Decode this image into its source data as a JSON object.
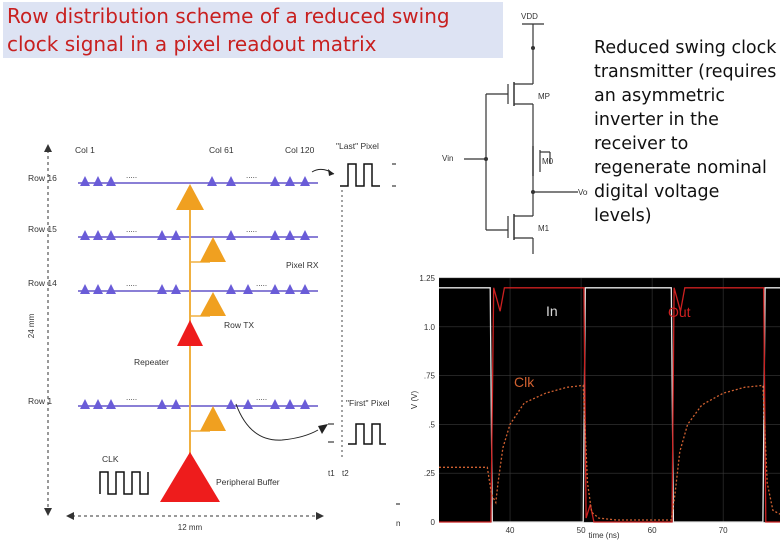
{
  "slide": {
    "title": "Row distribution scheme of a reduced swing clock signal in a pixel readout matrix",
    "description": "Reduced swing clock transmitter (requires an asymmetric inverter in the receiver to regenerate nominal digital voltage levels)"
  },
  "matrix_diagram": {
    "col_labels": [
      "Col 1",
      "Col 61",
      "Col 120"
    ],
    "row_labels": [
      "Row 16",
      "Row 15",
      "Row 14",
      "Row 1"
    ],
    "ellipsis": ".....",
    "last_pixel_label": "\"Last\" Pixel",
    "first_pixel_label": "\"First\" Pixel",
    "pixel_rx_label": "Pixel RX",
    "row_tx_label": "Row TX",
    "repeater_label": "Repeater",
    "peripheral_buffer_label": "Peripheral Buffer",
    "clk_label": "CLK",
    "height_label": "24 mm",
    "width_label": "12 mm",
    "t1_label": "t1",
    "t2_label": "t2",
    "m_label": "m",
    "colors": {
      "row_line": "#8a7fd6",
      "pixel": "#6a5cd8",
      "rx": "#f0a020",
      "trunk": "#f0b040",
      "repeater": "#ee1c1c"
    }
  },
  "schematic": {
    "labels": {
      "vdd": "VDD",
      "mp": "MP",
      "vin": "Vin",
      "mn0": "M0",
      "vout": "Vout",
      "mn1": "M1"
    }
  },
  "chart_data": {
    "type": "line",
    "xlabel": "time (ns)",
    "ylabel": "V (V)",
    "xlim": [
      30,
      78
    ],
    "ylim": [
      0,
      1.25
    ],
    "x_ticks": [
      "40",
      "50",
      "60",
      "70"
    ],
    "y_ticks": [
      "0",
      ".25",
      ".5",
      ".75",
      "1.0",
      "1.25"
    ],
    "grid": true,
    "series": [
      {
        "name": "In",
        "color": "#e8e8e8",
        "points": [
          [
            30,
            1.2
          ],
          [
            37.2,
            1.2
          ],
          [
            37.5,
            0
          ],
          [
            50.3,
            0
          ],
          [
            50.6,
            1.2
          ],
          [
            62.7,
            1.2
          ],
          [
            63,
            0
          ],
          [
            75.6,
            0
          ],
          [
            75.9,
            1.2
          ],
          [
            78,
            1.2
          ]
        ]
      },
      {
        "name": "Out",
        "color": "#cc2020",
        "points": [
          [
            30,
            0
          ],
          [
            37.3,
            0
          ],
          [
            37.7,
            1.2
          ],
          [
            38.6,
            1.08
          ],
          [
            39.2,
            1.2
          ],
          [
            50.4,
            1.2
          ],
          [
            50.7,
            0.02
          ],
          [
            51.3,
            0.09
          ],
          [
            51.8,
            0
          ],
          [
            62.8,
            0
          ],
          [
            63.1,
            1.2
          ],
          [
            64,
            1.08
          ],
          [
            64.6,
            1.2
          ],
          [
            75.7,
            1.2
          ],
          [
            76,
            0
          ],
          [
            78,
            0
          ]
        ]
      },
      {
        "name": "Clk",
        "color": "#d06030",
        "points": [
          [
            30,
            0.28
          ],
          [
            36.8,
            0.28
          ],
          [
            37.4,
            0.14
          ],
          [
            38,
            0.1
          ],
          [
            38.3,
            0.2
          ],
          [
            39,
            0.38
          ],
          [
            40,
            0.5
          ],
          [
            42,
            0.61
          ],
          [
            45,
            0.66
          ],
          [
            48,
            0.69
          ],
          [
            50.3,
            0.7
          ],
          [
            50.9,
            0.2
          ],
          [
            51.5,
            0.05
          ],
          [
            52.5,
            0.02
          ],
          [
            55,
            0.01
          ],
          [
            62.7,
            0.01
          ],
          [
            63.2,
            0.14
          ],
          [
            63.9,
            0.36
          ],
          [
            65,
            0.5
          ],
          [
            67,
            0.6
          ],
          [
            70,
            0.66
          ],
          [
            73,
            0.69
          ],
          [
            75.6,
            0.7
          ],
          [
            76.2,
            0.2
          ],
          [
            77,
            0.06
          ],
          [
            78,
            0.04
          ]
        ]
      }
    ]
  }
}
